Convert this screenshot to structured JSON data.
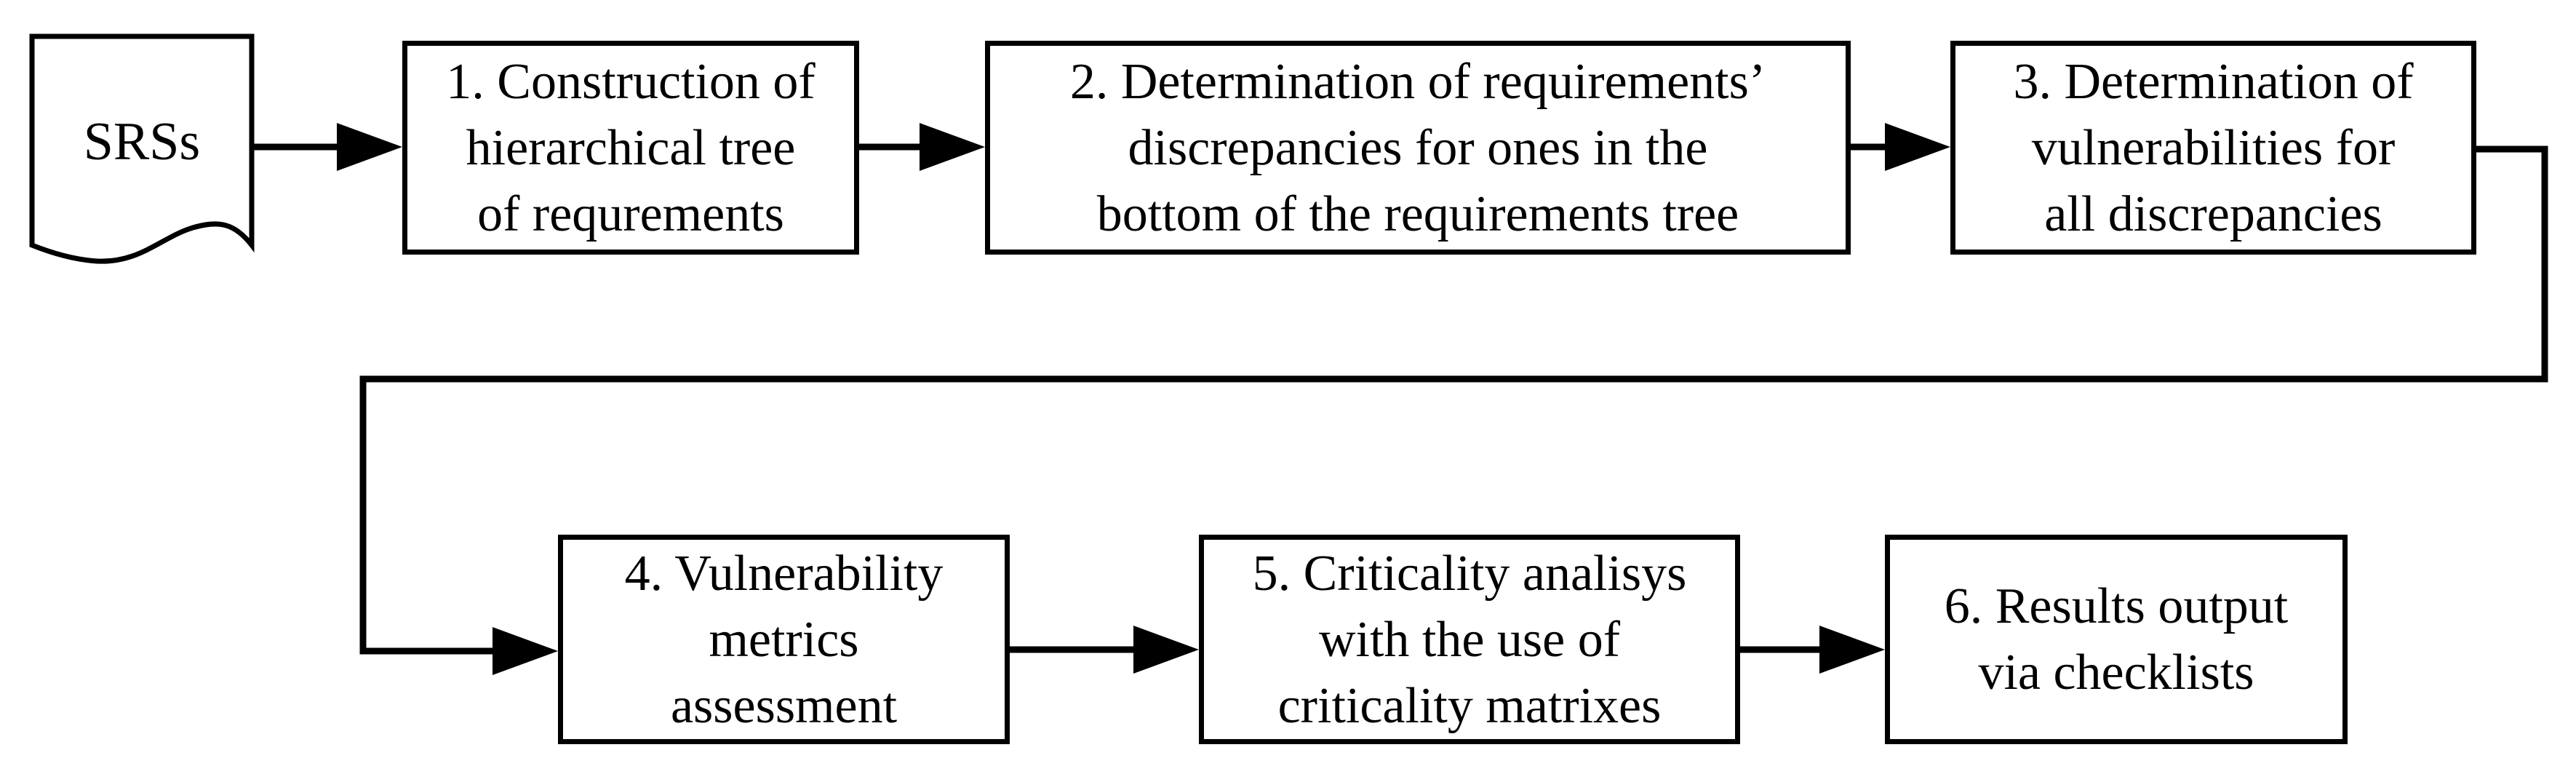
{
  "diagram": {
    "background_color": "#ffffff",
    "stroke_color": "#000000",
    "source_document": {
      "label": "SRSs",
      "shape": "document"
    },
    "steps": [
      {
        "id": "1",
        "label": "1. Construction of\nhierarchical tree\nof requrements"
      },
      {
        "id": "2",
        "label": "2. Determination of requirements’\ndiscrepancies for ones in the\nbottom of the requirements tree"
      },
      {
        "id": "3",
        "label": "3. Determination of\nvulnerabilities for\nall discrepancies"
      },
      {
        "id": "4",
        "label": "4. Vulnerability\nmetrics\nassessment"
      },
      {
        "id": "5",
        "label": "5. Criticality analisys\nwith the use of\ncriticality matrixes"
      },
      {
        "id": "6",
        "label": "6. Results output\nvia checklists"
      }
    ]
  }
}
